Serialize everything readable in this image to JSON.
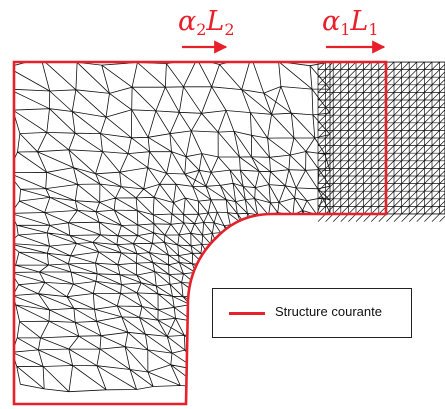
{
  "labels": {
    "alpha2": {
      "symbol": "α",
      "sub1": "2",
      "var": "L",
      "sub2": "2"
    },
    "alpha1": {
      "symbol": "α",
      "sub1": "1",
      "var": "L",
      "sub2": "1"
    }
  },
  "legend": {
    "entry": "Structure courante"
  },
  "colors": {
    "structure": "#e8202a",
    "mesh": "#111111",
    "background": "#ffffff"
  }
}
